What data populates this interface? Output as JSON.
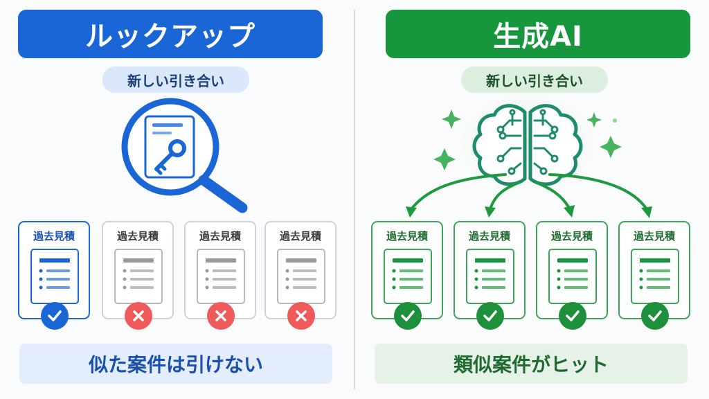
{
  "left": {
    "title": "ルックアップ",
    "subtitle": "新しい引き合い",
    "cards": [
      {
        "label": "過去見積",
        "status": "selected-match"
      },
      {
        "label": "過去見積",
        "status": "no-match"
      },
      {
        "label": "過去見積",
        "status": "no-match"
      },
      {
        "label": "過去見積",
        "status": "no-match"
      }
    ],
    "result": "似た案件は引けない"
  },
  "right": {
    "title": "生成AI",
    "subtitle": "新しい引き合い",
    "cards": [
      {
        "label": "過去見積",
        "status": "match"
      },
      {
        "label": "過去見積",
        "status": "match"
      },
      {
        "label": "過去見積",
        "status": "match"
      },
      {
        "label": "過去見積",
        "status": "match"
      }
    ],
    "result": "類似案件がヒット"
  },
  "icons": {
    "left_main": "magnifier-key-document-icon",
    "right_main": "ai-brain-circuit-icon",
    "match": "check-icon",
    "no_match": "x-icon"
  },
  "colors": {
    "blue": "#1a66d6",
    "green": "#17963e",
    "red": "#ef5a5a",
    "gray": "#9a9a9a"
  }
}
